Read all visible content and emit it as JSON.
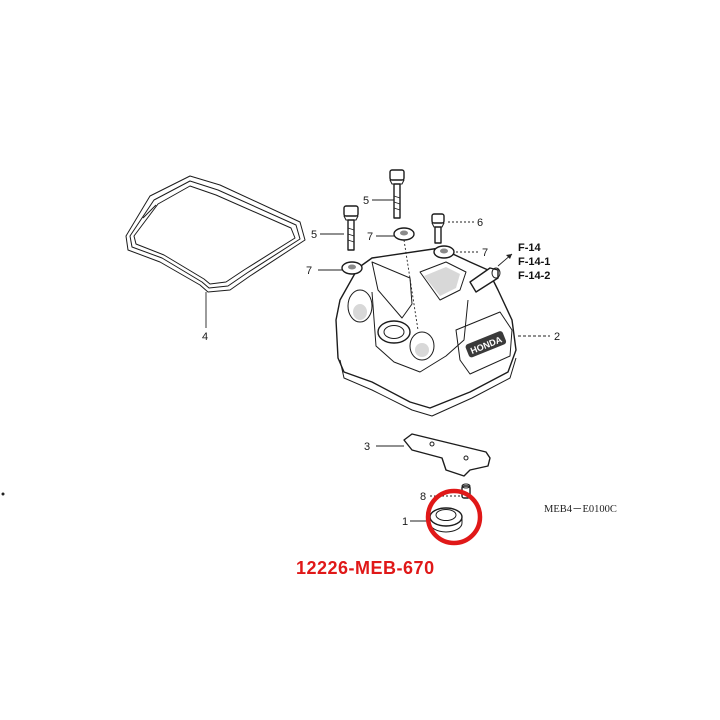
{
  "labels": {
    "gasket": "4",
    "cover": "2",
    "bolt_left": "5",
    "bolt_center": "5",
    "bolt_right": "6",
    "washer_left": "7",
    "washer_center": "7",
    "washer_right": "7",
    "plate": "3",
    "pin": "8",
    "seal": "1"
  },
  "references": [
    "F-14",
    "F-14-1",
    "F-14-2"
  ],
  "logo_text": "HONDA",
  "diagram_code": "MEB4－E0100C",
  "part_number": "12226-MEB-670",
  "highlight_color": "#e01818"
}
